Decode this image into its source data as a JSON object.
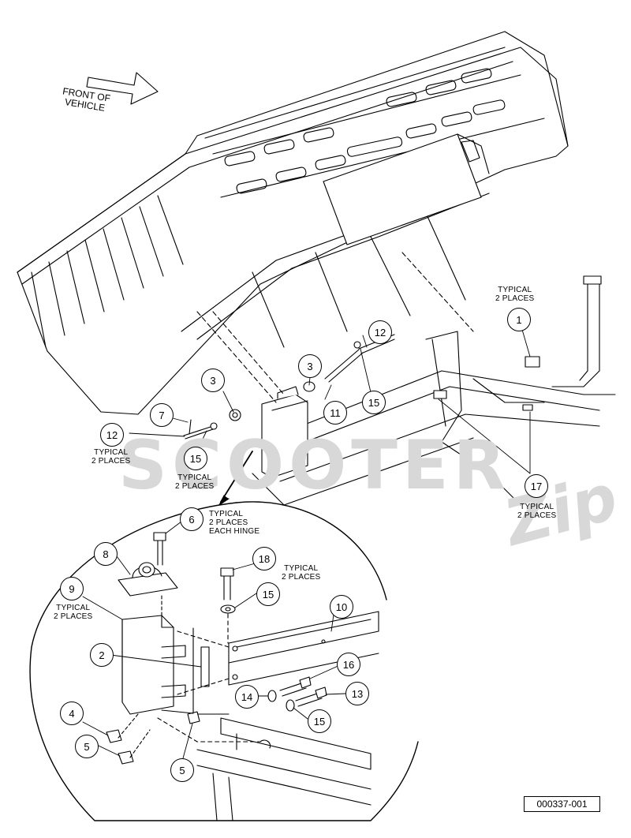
{
  "front_label": [
    "FRONT OF",
    "VEHICLE"
  ],
  "part_number": "000337-001",
  "watermark": {
    "text": "SCOOTER",
    "script": "Zip"
  },
  "callouts": {
    "c1": "1",
    "c2": "2",
    "c3a": "3",
    "c3b": "3",
    "c4": "4",
    "c5a": "5",
    "c5b": "5",
    "c6": "6",
    "c7": "7",
    "c8": "8",
    "c9": "9",
    "c10": "10",
    "c11": "11",
    "c12a": "12",
    "c12b": "12",
    "c13": "13",
    "c14": "14",
    "c15a": "15",
    "c15b": "15",
    "c15c": "15",
    "c15d": "15",
    "c16": "16",
    "c17": "17",
    "c18": "18"
  },
  "notes": {
    "n1": [
      "TYPICAL",
      "2 PLACES"
    ],
    "n12": [
      "TYPICAL",
      "2 PLACES"
    ],
    "n15": [
      "TYPICAL",
      "2 PLACES"
    ],
    "n17": [
      "TYPICAL",
      "2 PLACES"
    ],
    "n6": [
      "TYPICAL",
      "2 PLACES",
      "EACH HINGE"
    ],
    "n18": [
      "TYPICAL",
      "2 PLACES"
    ],
    "n9": [
      "TYPICAL",
      "2 PLACES"
    ]
  }
}
